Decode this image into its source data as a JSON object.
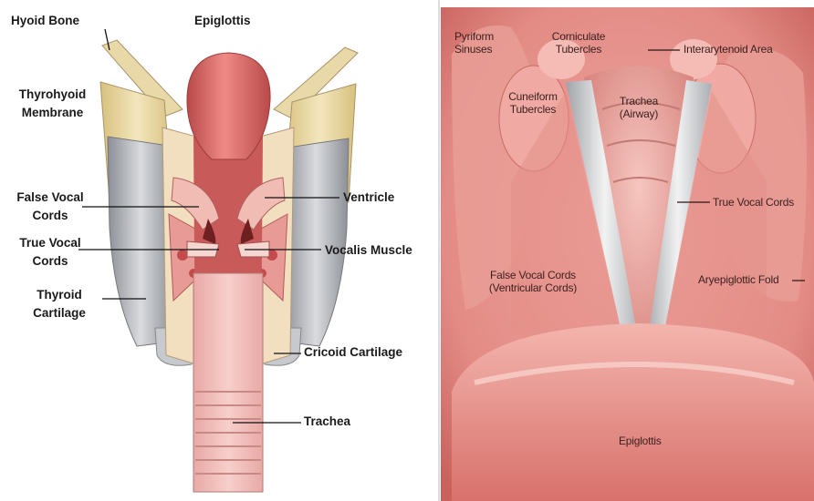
{
  "left_panel": {
    "labels": {
      "hyoid_bone": "Hyoid Bone",
      "epiglottis": "Epiglottis",
      "thyrohyoid_membrane": [
        "Thyrohyoid",
        "Membrane"
      ],
      "false_vocal_cords": [
        "False Vocal",
        "Cords"
      ],
      "ventricle": "Ventricle",
      "true_vocal_cords": [
        "True Vocal",
        "Cords"
      ],
      "vocalis_muscle": "Vocalis Muscle",
      "thyroid_cartilage": [
        "Thyroid",
        "Cartilage"
      ],
      "cricoid_cartilage": "Cricoid Cartilage",
      "trachea": "Trachea"
    }
  },
  "right_panel": {
    "labels": {
      "pyriform_sinuses": [
        "Pyriform",
        "Sinuses"
      ],
      "corniculate_tubercles": [
        "Corniculate",
        "Tubercles"
      ],
      "interarytenoid_area": "Interarytenoid Area",
      "cuneiform_tubercles": [
        "Cuneiform",
        "Tubercles"
      ],
      "trachea_airway": [
        "Trachea",
        "(Airway)"
      ],
      "true_vocal_cords": "True Vocal Cords",
      "false_vocal_cords": [
        "False Vocal Cords",
        "(Ventricular Cords)"
      ],
      "aryepiglottic_fold": "Aryepiglottic Fold",
      "epiglottis": "Epiglottis"
    }
  },
  "colors": {
    "tissue_pink": "#d96b6b",
    "tissue_light": "#eba3a0",
    "cartilage_yellow": "#e8d7a0",
    "cartilage_grey": "#aeb2b8",
    "label_text": "#1a1a1a"
  }
}
